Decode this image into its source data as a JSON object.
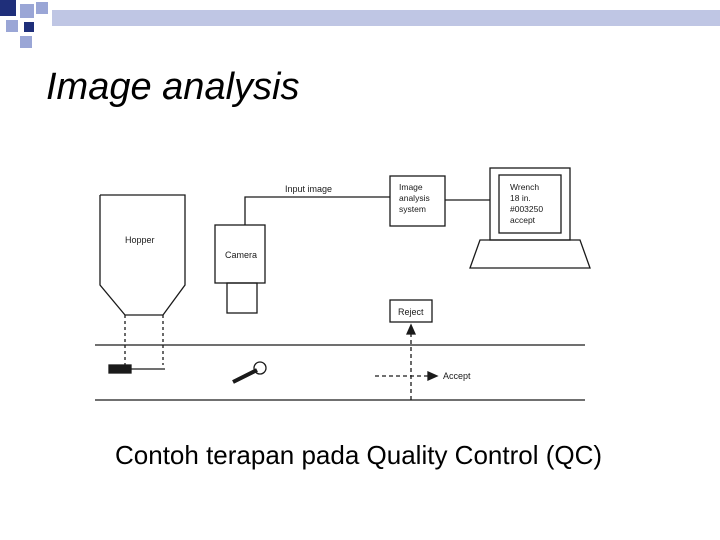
{
  "slide": {
    "title": "Image analysis",
    "caption": "Contoh terapan pada Quality Control (QC)"
  },
  "diagram": {
    "hopper": "Hopper",
    "camera": "Camera",
    "input_image": "Input image",
    "analysis_system": [
      "Image",
      "analysis",
      "system"
    ],
    "screen_text": [
      "Wrench",
      "18 in.",
      "#003250",
      "accept"
    ],
    "reject": "Reject",
    "accept": "Accept"
  },
  "colors": {
    "accent": "#1f2f7a",
    "accent_light": "#9aa6d6",
    "bar": "#bfc6e4",
    "ink": "#1a1a1a"
  }
}
